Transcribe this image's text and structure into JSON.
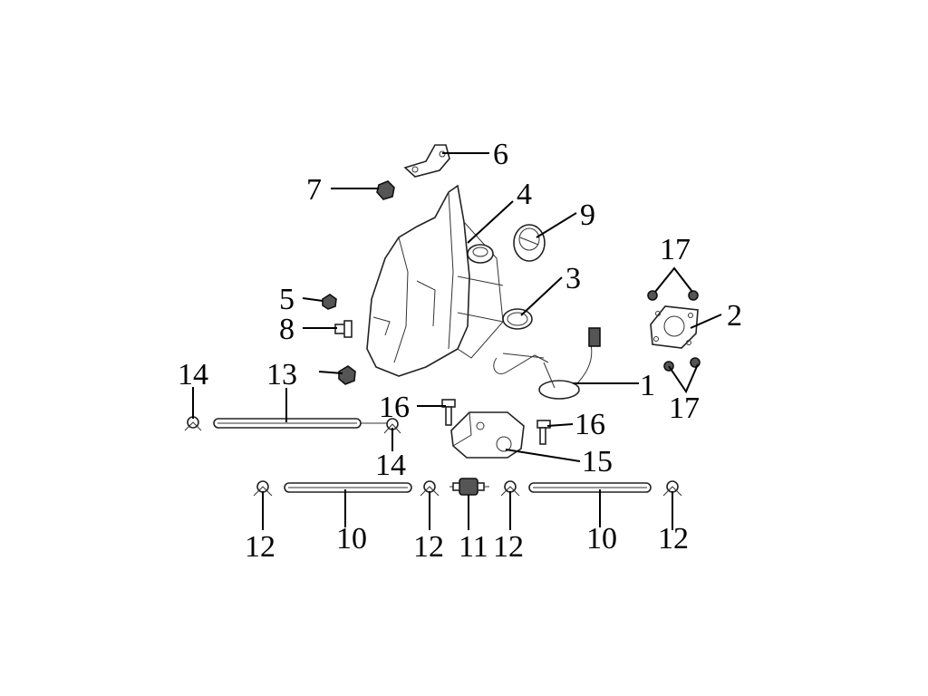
{
  "callouts": {
    "c1": "1",
    "c2": "2",
    "c3": "3",
    "c4": "4",
    "c5": "5",
    "c6": "6",
    "c7": "7",
    "c8": "8",
    "c9": "9",
    "c10a": "10",
    "c10b": "10",
    "c11": "11",
    "c12a": "12",
    "c12b": "12",
    "c12c": "12",
    "c12d": "12",
    "c13": "13",
    "c14a": "14",
    "c14b": "14",
    "c15": "15",
    "c16a": "16",
    "c16b": "16",
    "c17a": "17",
    "c17b": "17"
  },
  "colors": {
    "line": "#000000",
    "background": "#ffffff"
  }
}
